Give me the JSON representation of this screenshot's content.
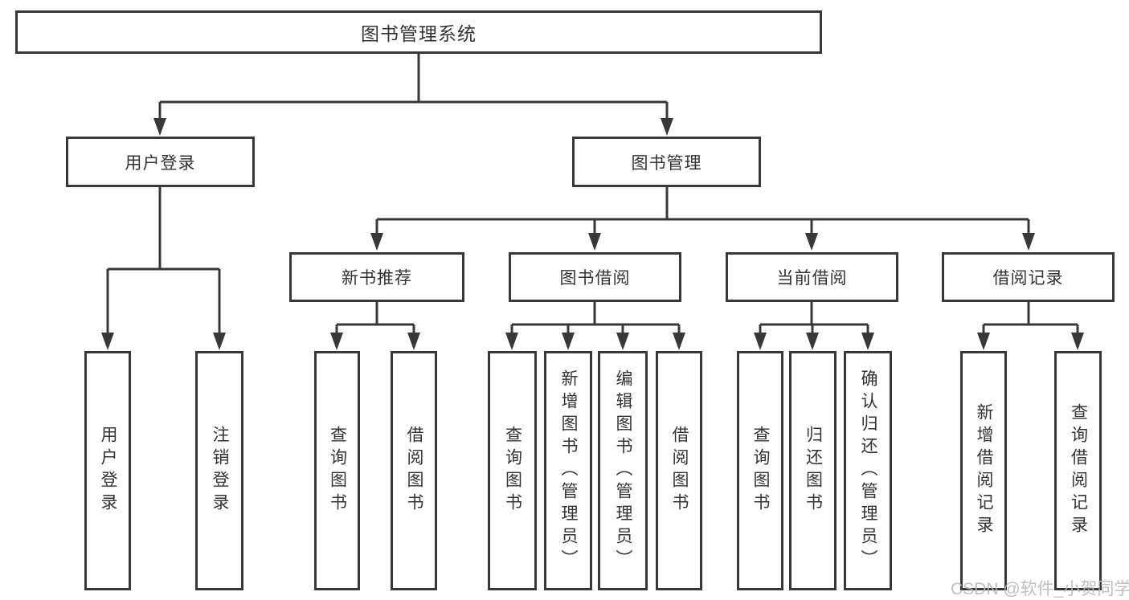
{
  "tree": {
    "root": {
      "label": "图书管理系统",
      "children": [
        {
          "label": "用户登录",
          "children": [
            {
              "label": "用户登录"
            },
            {
              "label": "注销登录"
            }
          ]
        },
        {
          "label": "图书管理",
          "children": [
            {
              "label": "新书推荐",
              "children": [
                {
                  "label": "查询图书"
                },
                {
                  "label": "借阅图书"
                }
              ]
            },
            {
              "label": "图书借阅",
              "children": [
                {
                  "label": "查询图书"
                },
                {
                  "label": "新增图书（管理员）"
                },
                {
                  "label": "编辑图书（管理员）"
                },
                {
                  "label": "借阅图书"
                }
              ]
            },
            {
              "label": "当前借阅",
              "children": [
                {
                  "label": "查询图书"
                },
                {
                  "label": "归还图书"
                },
                {
                  "label": "确认归还（管理员）"
                }
              ]
            },
            {
              "label": "借阅记录",
              "children": [
                {
                  "label": "新增借阅记录"
                },
                {
                  "label": "查询借阅记录"
                }
              ]
            }
          ]
        }
      ]
    }
  },
  "watermark": {
    "text": "CSDN @软件_小贺同学"
  },
  "colors": {
    "line": "#383838",
    "text": "#333333",
    "background": "#ffffff",
    "watermark": "#b9b9b9"
  }
}
